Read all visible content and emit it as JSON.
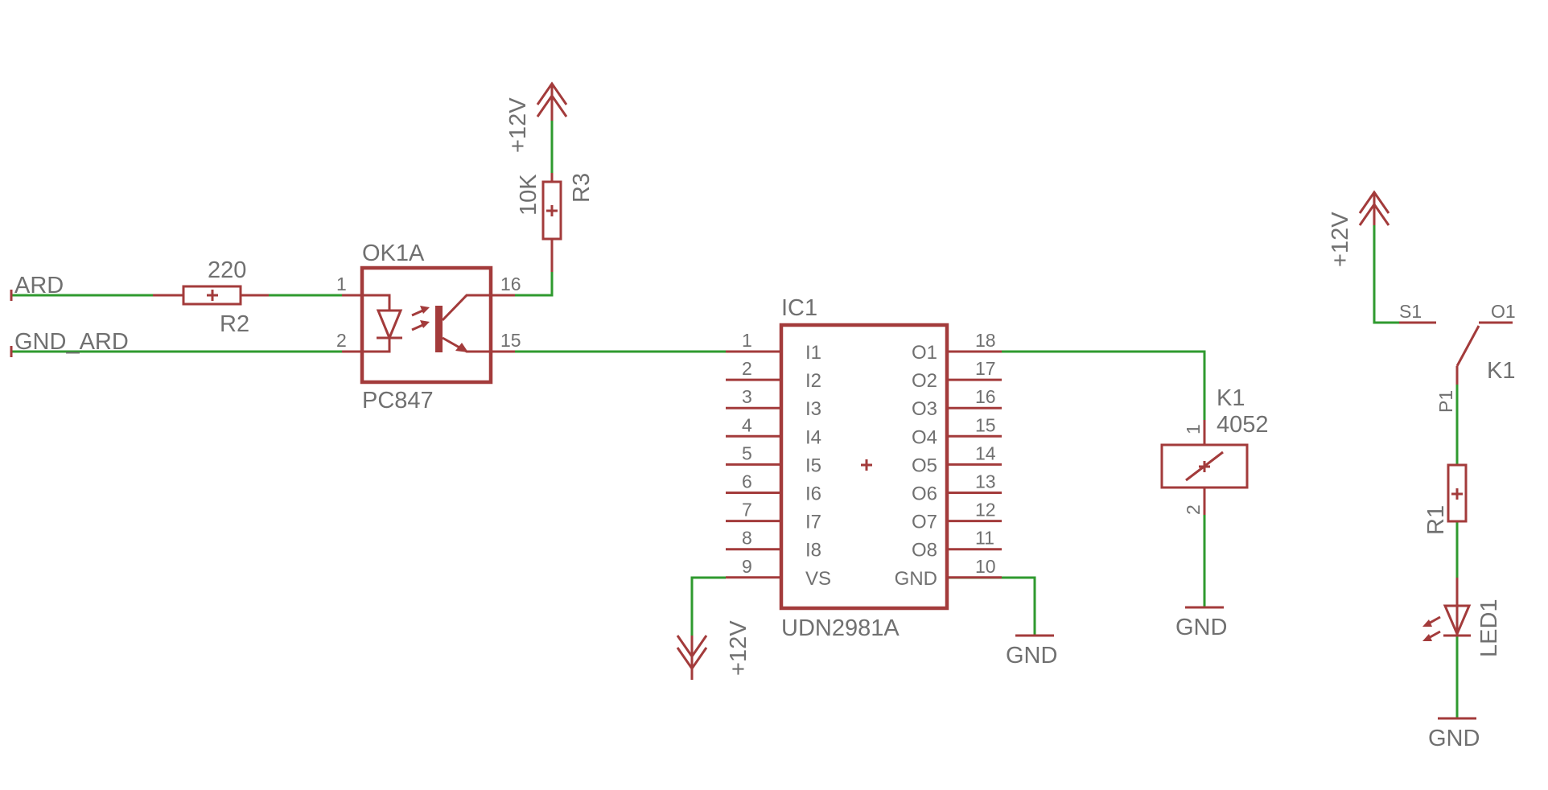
{
  "nets": {
    "ard": "ARD",
    "gnd_ard": "GND_ARD",
    "plus12v": "+12V",
    "gnd": "GND"
  },
  "r2": {
    "name": "R2",
    "value": "220"
  },
  "r3": {
    "name": "R3",
    "value": "10K"
  },
  "ok1a": {
    "name": "OK1A",
    "value": "PC847",
    "pins": {
      "p1": "1",
      "p2": "2",
      "p16": "16",
      "p15": "15"
    }
  },
  "ic1": {
    "name": "IC1",
    "value": "UDN2981A",
    "left_pins": [
      {
        "num": "1",
        "name": "I1"
      },
      {
        "num": "2",
        "name": "I2"
      },
      {
        "num": "3",
        "name": "I3"
      },
      {
        "num": "4",
        "name": "I4"
      },
      {
        "num": "5",
        "name": "I5"
      },
      {
        "num": "6",
        "name": "I6"
      },
      {
        "num": "7",
        "name": "I7"
      },
      {
        "num": "8",
        "name": "I8"
      },
      {
        "num": "9",
        "name": "VS"
      }
    ],
    "right_pins": [
      {
        "num": "18",
        "name": "O1"
      },
      {
        "num": "17",
        "name": "O2"
      },
      {
        "num": "16",
        "name": "O3"
      },
      {
        "num": "15",
        "name": "O4"
      },
      {
        "num": "14",
        "name": "O5"
      },
      {
        "num": "13",
        "name": "O6"
      },
      {
        "num": "12",
        "name": "O7"
      },
      {
        "num": "11",
        "name": "O8"
      },
      {
        "num": "10",
        "name": "GND"
      }
    ]
  },
  "k1_coil": {
    "name": "K1",
    "value": "4052",
    "pin1": "1",
    "pin2": "2"
  },
  "k1_switch": {
    "name": "K1",
    "s1": "S1",
    "o1": "O1",
    "p1": "P1"
  },
  "r1": {
    "name": "R1"
  },
  "led1": {
    "name": "LED1"
  }
}
